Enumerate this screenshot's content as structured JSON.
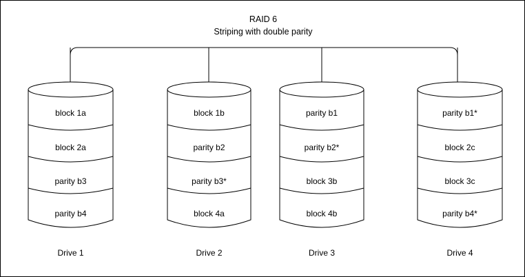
{
  "diagram": {
    "title_line1": "RAID 6",
    "title_line2": "Striping with double parity",
    "stroke_color": "#000000",
    "background_color": "#ffffff",
    "border_color": "#000000",
    "drives": [
      {
        "label": "Drive 1",
        "cells": [
          "block 1a",
          "block 2a",
          "parity b3",
          "parity b4"
        ]
      },
      {
        "label": "Drive 2",
        "cells": [
          "block 1b",
          "parity b2",
          "parity b3*",
          "block 4a"
        ]
      },
      {
        "label": "Drive 3",
        "cells": [
          "parity b1",
          "parity b2*",
          "block 3b",
          "block 4b"
        ]
      },
      {
        "label": "Drive 4",
        "cells": [
          "parity b1*",
          "block 2c",
          "block 3c",
          "parity b4*"
        ]
      }
    ]
  }
}
